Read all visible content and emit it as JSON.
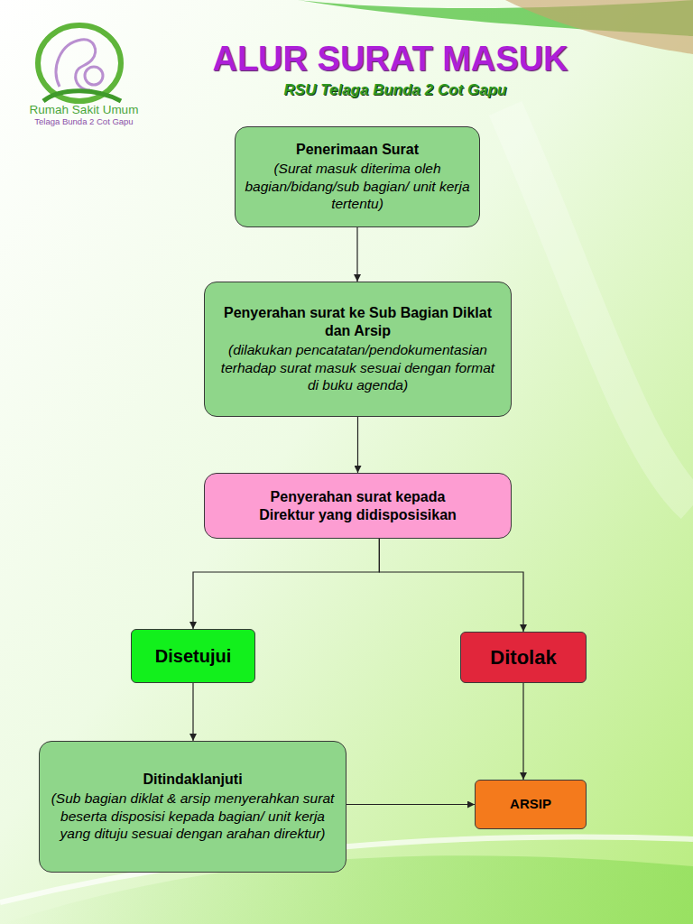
{
  "diagram": {
    "title": "ALUR SURAT MASUK",
    "nodes": [
      {
        "text": [
          "Penerimaan Surat",
          "(Surat masuk diterima oleh bagian/bidang/sub bagian/ unit kerja tertentu)"
        ]
      },
      {
        "text": [
          "Penyerahan surat ke Sub Bagian Diklat dan Arsip",
          "(dilakukan pencatatan/pendokumentasian terhadap surat masuk sesuai dengan format di buku agenda)"
        ]
      },
      {
        "text": [
          "Penyerahan surat kepada Direktur yang didisposisikan"
        ]
      },
      {
        "text": [
          "Disetujui"
        ]
      },
      {
        "text": [
          "Ditolak"
        ]
      },
      {
        "text": [
          "Ditindaklanjuti",
          "(Sub bagian diklat & arsip menyerahkan surat beserta disposisi kepada bagian/ unit kerja yang dituju sesuai dengan arahan direktur)"
        ]
      },
      {
        "text": [
          "ARSIP"
        ]
      }
    ],
    "edges": [
      {
        "from": 0,
        "to": 1,
        "arrow": "to"
      },
      {
        "from": 1,
        "to": 2,
        "arrow": "to"
      },
      {
        "from": 2,
        "to": 3,
        "arrow": "to"
      },
      {
        "from": 2,
        "to": 4,
        "arrow": "to"
      },
      {
        "from": 3,
        "to": 5,
        "arrow": "to"
      },
      {
        "from": 4,
        "to": 6,
        "arrow": "to"
      },
      {
        "from": 5,
        "to": 6,
        "arrow": "to"
      }
    ],
    "labels": [
      "RSU Telaga Bunda 2 Cot Gapu",
      "Rumah Sakit Umum",
      "Telaga Bunda 2 Cot Gapu"
    ]
  }
}
